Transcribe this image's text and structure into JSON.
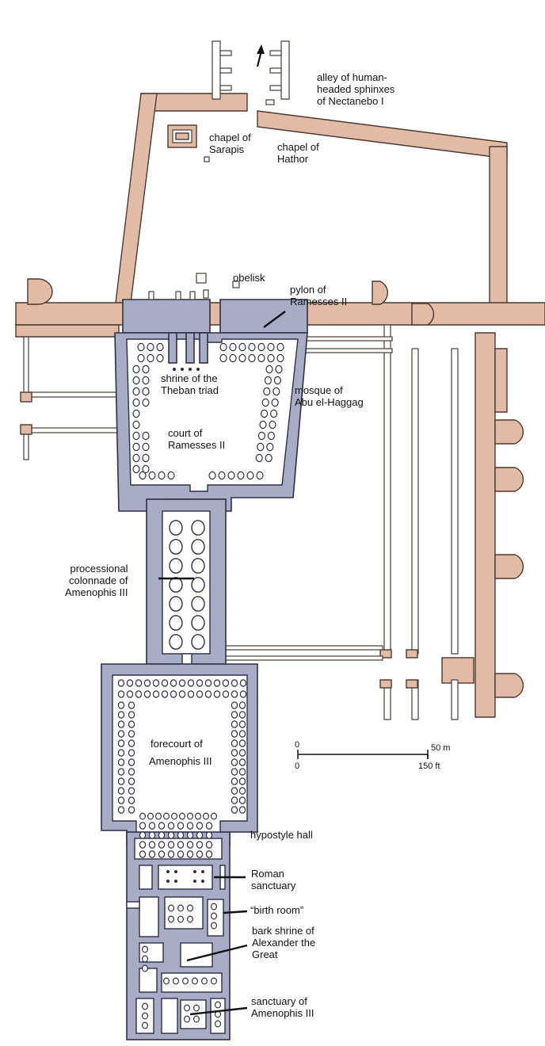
{
  "labels": {
    "alley": "alley of human-\nheaded sphinxes\nof Nectanebo I",
    "chapel_sarapis": "chapel of\nSarapis",
    "chapel_hathor": "chapel of\nHathor",
    "obelisk": "obelisk",
    "pylon": "pylon of\nRamesses II",
    "shrine": "shrine of the\nTheban triad",
    "mosque": "mosque of\nAbu el-Haggag",
    "court": "court of\nRamesses II",
    "colonnade": "processional\ncolonnade of\nAmenophis III",
    "forecourt_1": "forecourt of",
    "forecourt_2": "Amenophis III",
    "hypostyle": "hypostyle hall",
    "roman": "Roman\nsanctuary",
    "birth": "“birth room”",
    "bark": "bark shrine of\nAlexander the\nGreat",
    "sanctuary": "sanctuary of\nAmenophis III"
  },
  "scale_bar": {
    "top_zero": "0",
    "top_end": "50 m",
    "bottom_zero": "0",
    "bottom_end": "150 ft"
  },
  "north_arrow_icon": "north-arrow-icon",
  "colors": {
    "later_structures": "#e2bba6",
    "main_temple": "#a9acc7",
    "outline": "#2e2f45"
  }
}
